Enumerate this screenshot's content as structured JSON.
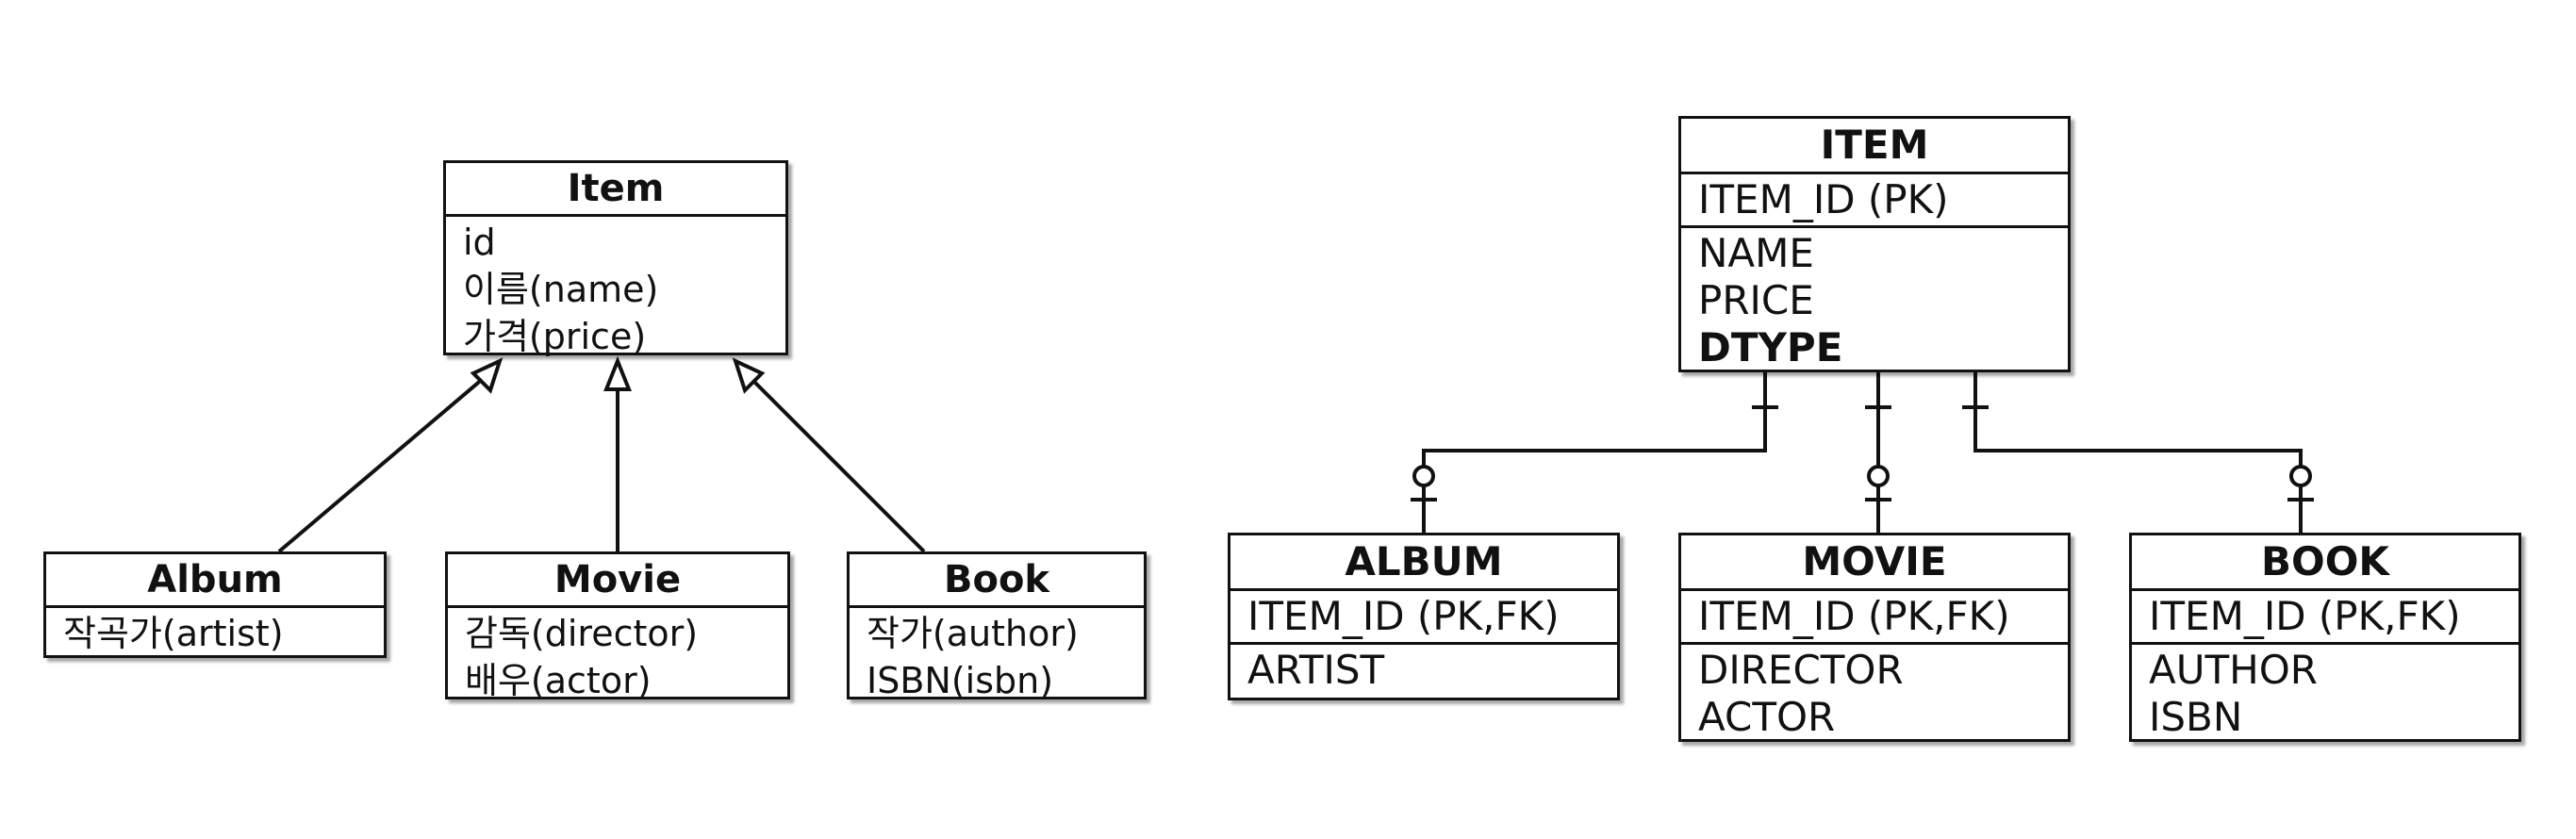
{
  "uml": {
    "parent": {
      "title": "Item",
      "fields": [
        "id",
        "이름(name)",
        "가격(price)"
      ]
    },
    "album": {
      "title": "Album",
      "fields": [
        "작곡가(artist)"
      ]
    },
    "movie": {
      "title": "Movie",
      "fields": [
        "감독(director)",
        "배우(actor)"
      ]
    },
    "book": {
      "title": "Book",
      "fields": [
        "작가(author)",
        "ISBN(isbn)"
      ]
    }
  },
  "erd": {
    "item": {
      "title": "ITEM",
      "pk": "ITEM_ID (PK)",
      "columns": [
        "NAME",
        "PRICE"
      ],
      "discriminator": "DTYPE"
    },
    "album": {
      "title": "ALBUM",
      "pk": "ITEM_ID (PK,FK)",
      "columns": [
        "ARTIST"
      ]
    },
    "movie": {
      "title": "MOVIE",
      "pk": "ITEM_ID (PK,FK)",
      "columns": [
        "DIRECTOR",
        "ACTOR"
      ]
    },
    "book": {
      "title": "BOOK",
      "pk": "ITEM_ID (PK,FK)",
      "columns": [
        "AUTHOR",
        "ISBN"
      ]
    }
  }
}
